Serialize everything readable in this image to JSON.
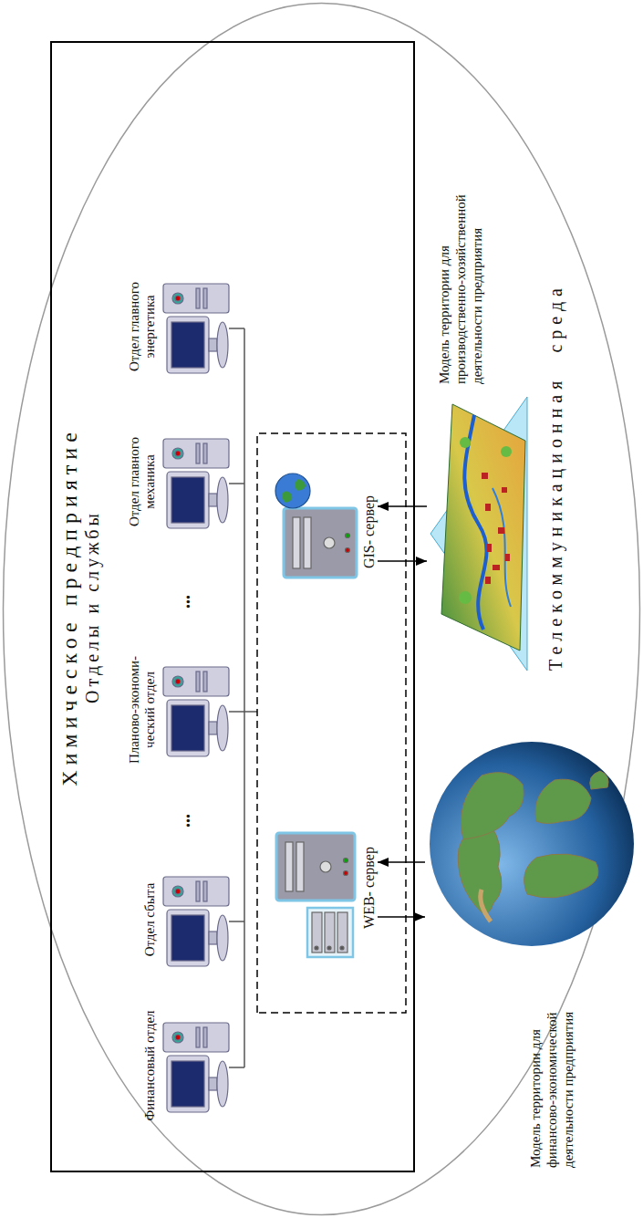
{
  "diagram": {
    "nodes": [
      {
        "text": [
          "Телекоммуникационная среда"
        ]
      },
      {
        "text": [
          "Химическое предприятие",
          "Отделы и службы"
        ],
        "in": 0
      },
      {
        "text": [
          "Финансовый отдел"
        ],
        "in": 1
      },
      {
        "text": [
          "Отдел сбыта"
        ],
        "in": 1
      },
      {
        "text": [
          "Планово-экономи- ческий отдел"
        ],
        "in": 1
      },
      {
        "text": [
          "Отдел главного механика"
        ],
        "in": 1
      },
      {
        "text": [
          "Отдел главного энергетика"
        ],
        "in": 1
      },
      {
        "text": [
          "WEB- сервер"
        ],
        "in": 1
      },
      {
        "text": [
          "GIS- сервер"
        ],
        "in": 1
      },
      {
        "text": [
          "Модель территории для производственно-хозяйственной деятельности предприятия"
        ],
        "in": 0
      },
      {
        "text": [
          "Модель территории для финансово-экономической деятельности предприятия"
        ],
        "in": 0
      }
    ],
    "edges": [
      {
        "from": 8,
        "to": 9,
        "arrow": "to"
      },
      {
        "from": 9,
        "to": 8,
        "arrow": "to"
      },
      {
        "from": 7,
        "to": 10,
        "arrow": "to"
      },
      {
        "from": 10,
        "to": 7,
        "arrow": "to"
      }
    ],
    "labels": [
      "...",
      "..."
    ]
  }
}
